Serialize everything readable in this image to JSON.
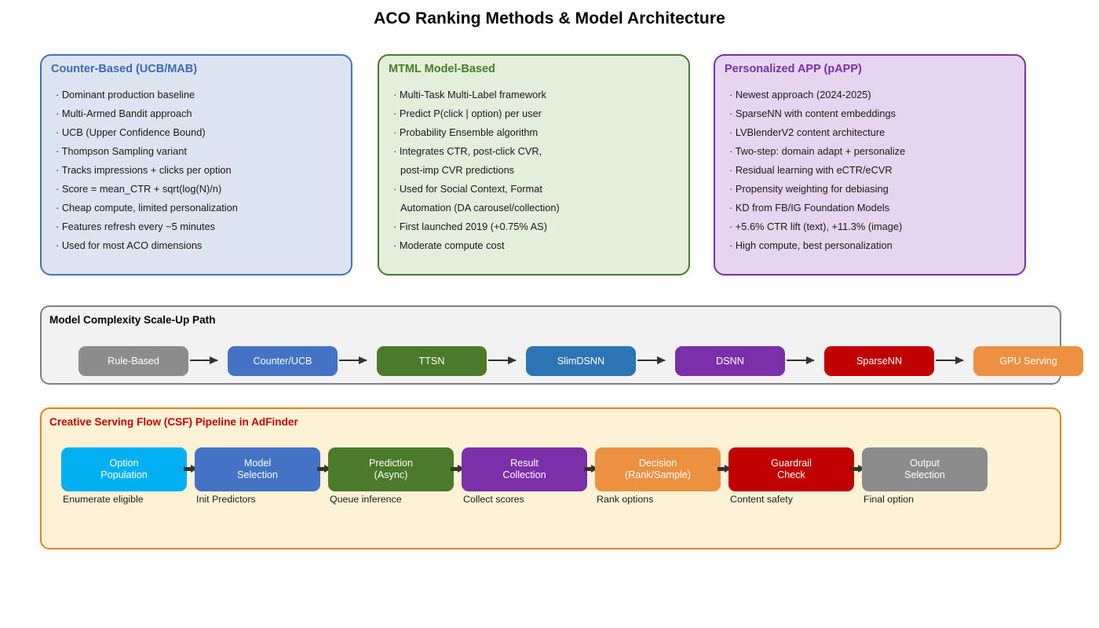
{
  "page": {
    "title": "ACO Ranking Methods & Model Architecture"
  },
  "cards": [
    {
      "title": "Counter-Based (UCB/MAB)",
      "border_color": "#4472c4",
      "bg_color": "#dce4f2",
      "title_color": "#3b6ab8",
      "bullets": [
        {
          "text": "· Dominant production baseline",
          "continuation": false
        },
        {
          "text": "· Multi-Armed Bandit approach",
          "continuation": false
        },
        {
          "text": "· UCB (Upper Confidence Bound)",
          "continuation": false
        },
        {
          "text": "· Thompson Sampling variant",
          "continuation": false
        },
        {
          "text": "· Tracks impressions + clicks per option",
          "continuation": false
        },
        {
          "text": "· Score = mean_CTR + sqrt(log(N)/n)",
          "continuation": false
        },
        {
          "text": "· Cheap compute, limited personalization",
          "continuation": false
        },
        {
          "text": "· Features refresh every ~5 minutes",
          "continuation": false
        },
        {
          "text": "· Used for most ACO dimensions",
          "continuation": false
        }
      ]
    },
    {
      "title": "MTML Model-Based",
      "border_color": "#4a7a2a",
      "bg_color": "#e3eedb",
      "title_color": "#447f26",
      "bullets": [
        {
          "text": "· Multi-Task Multi-Label framework",
          "continuation": false
        },
        {
          "text": "· Predict P(click | option) per user",
          "continuation": false
        },
        {
          "text": "· Probability Ensemble algorithm",
          "continuation": false
        },
        {
          "text": "· Integrates CTR, post-click CVR,",
          "continuation": false
        },
        {
          "text": "post-imp CVR predictions",
          "continuation": true
        },
        {
          "text": "· Used for Social Context, Format",
          "continuation": false
        },
        {
          "text": "Automation (DA carousel/collection)",
          "continuation": true
        },
        {
          "text": "· First launched 2019 (+0.75% AS)",
          "continuation": false
        },
        {
          "text": "· Moderate compute cost",
          "continuation": false
        }
      ]
    },
    {
      "title": "Personalized APP (pAPP)",
      "border_color": "#7b2fa8",
      "bg_color": "#e6d5ef",
      "title_color": "#7b2fa8",
      "bullets": [
        {
          "text": "· Newest approach (2024-2025)",
          "continuation": false
        },
        {
          "text": "· SparseNN with content embeddings",
          "continuation": false
        },
        {
          "text": "· LVBlenderV2 content architecture",
          "continuation": false
        },
        {
          "text": "· Two-step: domain adapt + personalize",
          "continuation": false
        },
        {
          "text": "· Residual learning with eCTR/eCVR",
          "continuation": false
        },
        {
          "text": "· Propensity weighting for debiasing",
          "continuation": false
        },
        {
          "text": "· KD from FB/IG Foundation Models",
          "continuation": false
        },
        {
          "text": "· +5.6% CTR lift (text), +11.3% (image)",
          "continuation": false
        },
        {
          "text": "· High compute, best personalization",
          "continuation": false
        }
      ]
    }
  ],
  "scaleup": {
    "title": "Model Complexity Scale-Up Path",
    "border_color": "#808080",
    "bg_color": "#f2f2f2",
    "title_color": "#000000",
    "nodes": [
      {
        "label": "Rule-Based",
        "color": "#8c8c8c"
      },
      {
        "label": "Counter/UCB",
        "color": "#4472c4"
      },
      {
        "label": "TTSN",
        "color": "#4a7a2a"
      },
      {
        "label": "SlimDSNN",
        "color": "#2e75b6"
      },
      {
        "label": "DSNN",
        "color": "#7b2fa8"
      },
      {
        "label": "SparseNN",
        "color": "#c00000"
      },
      {
        "label": "GPU Serving",
        "color": "#ed9041"
      }
    ]
  },
  "csf": {
    "title": "Creative Serving Flow (CSF) Pipeline in AdFinder",
    "border_color": "#e8821e",
    "bg_color": "#fdf2d5",
    "title_color": "#cc0000",
    "nodes": [
      {
        "line1": "Option",
        "line2": "Population",
        "caption": "Enumerate eligible",
        "color": "#00b0f0"
      },
      {
        "line1": "Model",
        "line2": "Selection",
        "caption": "Init Predictors",
        "color": "#4472c4"
      },
      {
        "line1": "Prediction",
        "line2": "(Async)",
        "caption": "Queue inference",
        "color": "#4a7a2a"
      },
      {
        "line1": "Result",
        "line2": "Collection",
        "caption": "Collect scores",
        "color": "#7b2fa8"
      },
      {
        "line1": "Decision",
        "line2": "(Rank/Sample)",
        "caption": "Rank options",
        "color": "#ed9041"
      },
      {
        "line1": "Guardrail",
        "line2": "Check",
        "caption": "Content safety",
        "color": "#c00000"
      },
      {
        "line1": "Output",
        "line2": "Selection",
        "caption": "Final option",
        "color": "#8c8c8c"
      }
    ]
  }
}
